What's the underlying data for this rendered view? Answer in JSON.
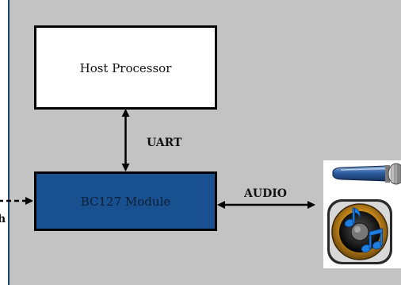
{
  "diagram": {
    "host_processor_label": "Host Processor",
    "module_label": "BC127 Module",
    "uart_label": "UART",
    "audio_label": "AUDIO",
    "cut_off_edge_text": "h",
    "colors": {
      "system_background": "#c3c3c3",
      "system_border": "#1e3f66",
      "host_fill": "#ffffff",
      "module_fill": "#185090",
      "module_text": "#0d1f35",
      "stroke": "#000000"
    },
    "icons": [
      "microphone-icon",
      "speaker-music-icon"
    ]
  }
}
